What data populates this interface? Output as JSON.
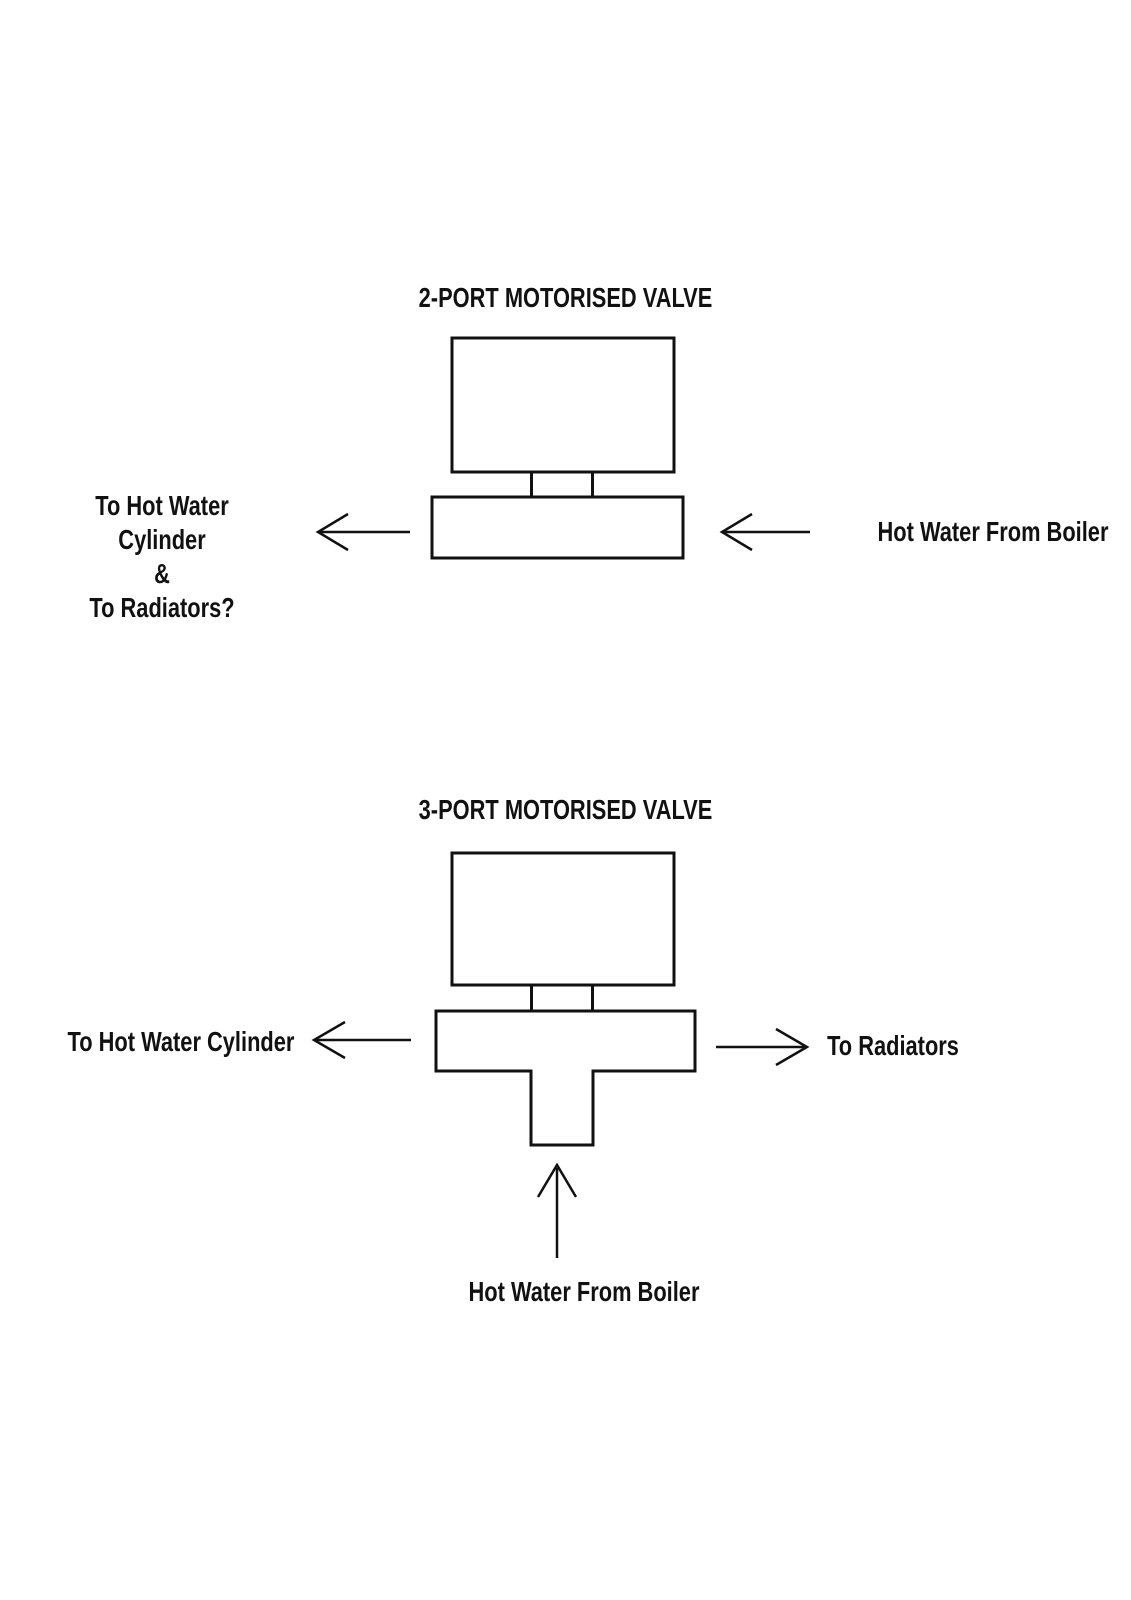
{
  "colors": {
    "background": "#ffffff",
    "line": "#111111",
    "text": "#111111"
  },
  "two_port": {
    "title": "2-PORT MOTORISED VALVE",
    "outlet_label_line1": "To Hot Water Cylinder",
    "outlet_label_line2": "&",
    "outlet_label_line3": "To Radiators?",
    "inlet_label": "Hot Water From Boiler",
    "flow_direction": "right-to-left"
  },
  "three_port": {
    "title": "3-PORT MOTORISED VALVE",
    "left_outlet_label": "To Hot Water Cylinder",
    "right_outlet_label": "To Radiators",
    "inlet_label": "Hot Water From Boiler",
    "flow_direction": "bottom-inlet-to-left-and-right-outlets"
  }
}
